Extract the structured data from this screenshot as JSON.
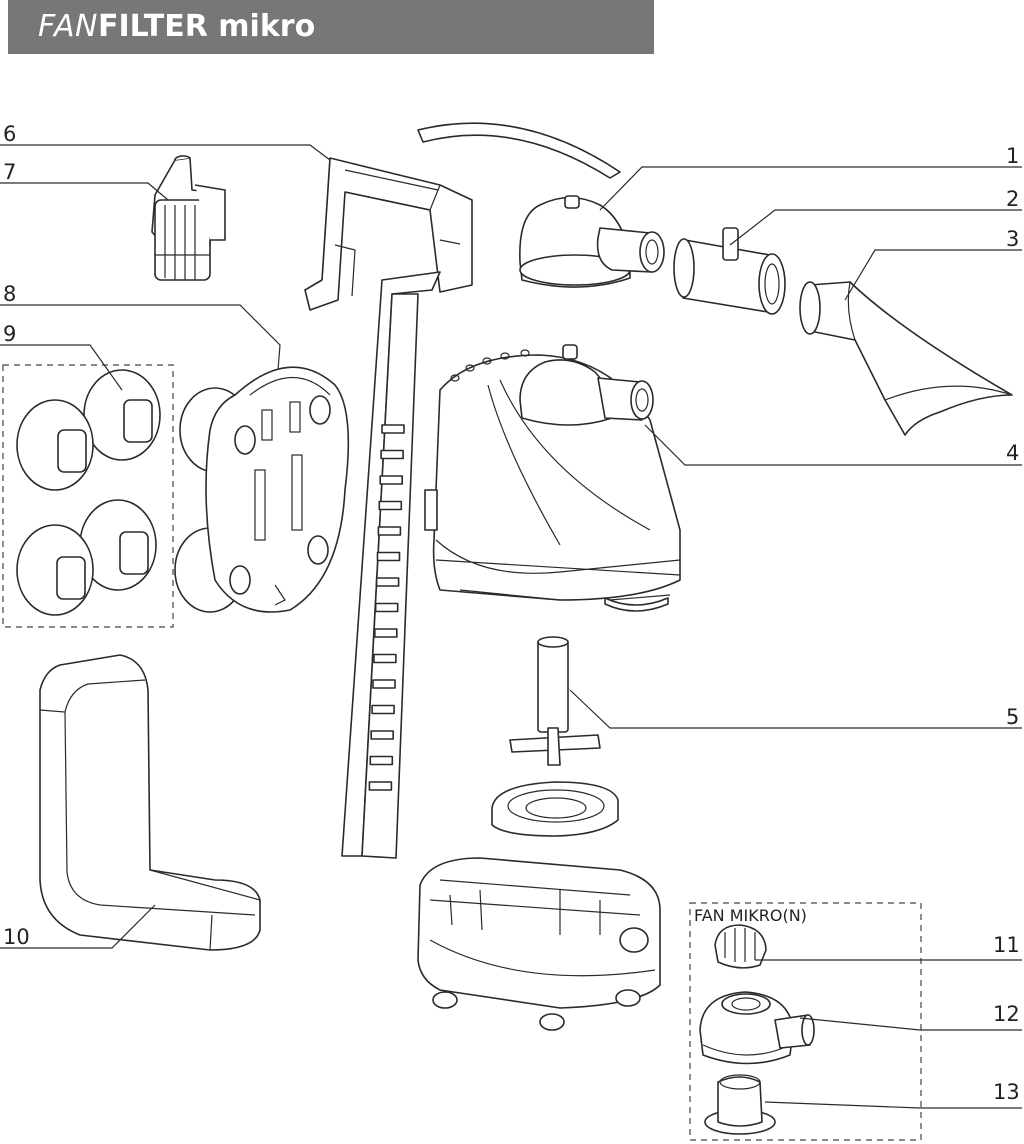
{
  "title": {
    "part_a": "FAN",
    "part_b": "FILTER",
    "part_c": " mikro"
  },
  "labels": {
    "p1": "1",
    "p2": "2",
    "p3": "3",
    "p4": "4",
    "p5": "5",
    "p6": "6",
    "p7": "7",
    "p8": "8",
    "p9": "9",
    "p10": "10",
    "p11": "11",
    "p12": "12",
    "p13": "13"
  },
  "variant_label": "FAN MIKRO(N)",
  "colors": {
    "title_bar": "#777777",
    "line": "#2a2a2a"
  }
}
